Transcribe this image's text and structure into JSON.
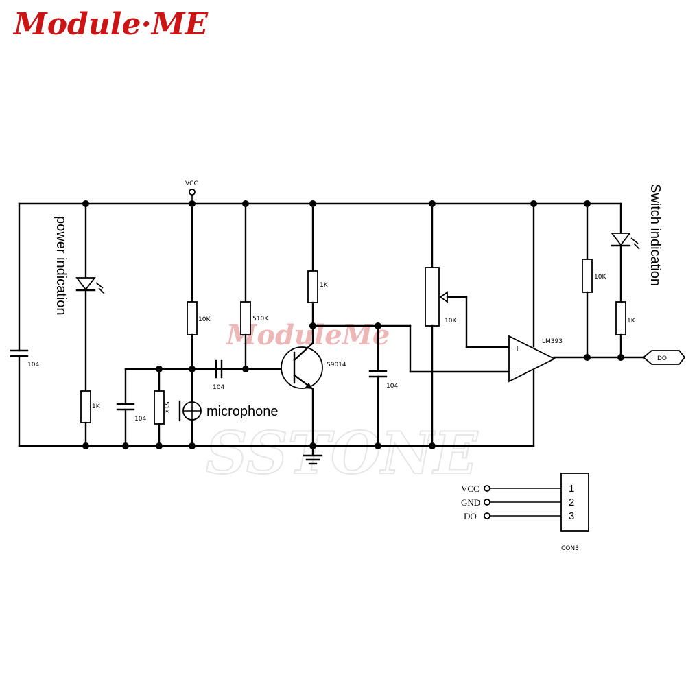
{
  "brand": {
    "logo": "Module·ME",
    "logo_color": "#cc1414",
    "watermark": "ModuleMe",
    "watermark2": "SSTONE"
  },
  "annotations": {
    "power": "power indication",
    "switch": "Switch indication",
    "mic": "microphone"
  },
  "labels": {
    "vcc": "VCC",
    "c_left": "104",
    "r_led1": "1K",
    "c_mid": "104",
    "r_51k": "51K",
    "r_10k_a": "10K",
    "c_coupling": "104",
    "r_510k": "510K",
    "r_1k_coll": "1K",
    "transistor": "S9014",
    "c_coll": "104",
    "pot": "10K",
    "opamp": "LM393",
    "plus": "+",
    "minus": "−",
    "r_10k_out": "10K",
    "r_1k_out": "1K",
    "do_port": "DO"
  },
  "connector": {
    "name": "CON3",
    "pins": [
      {
        "label": "VCC",
        "num": "1"
      },
      {
        "label": "GND",
        "num": "2"
      },
      {
        "label": "DO",
        "num": "3"
      }
    ]
  }
}
